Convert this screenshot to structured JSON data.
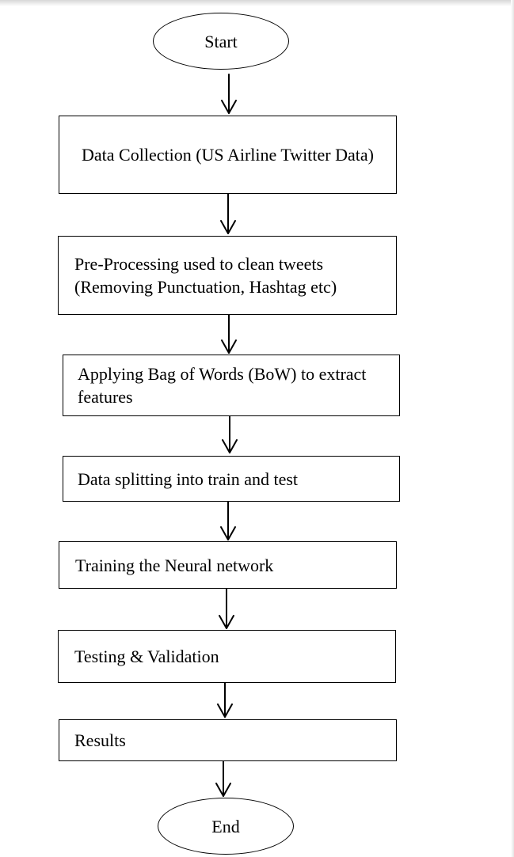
{
  "flowchart": {
    "start": "Start",
    "step1": "Data Collection (US Airline Twitter Data)",
    "step2": "Pre-Processing used to clean tweets (Removing Punctuation, Hashtag etc)",
    "step3": "Applying Bag of Words (BoW) to extract features",
    "step4": "Data splitting into train and test",
    "step5": "Training the Neural network",
    "step6": "Testing & Validation",
    "step7": "Results",
    "end": "End"
  }
}
